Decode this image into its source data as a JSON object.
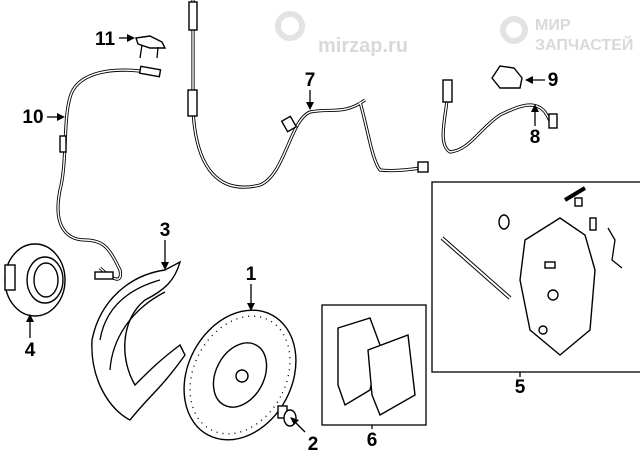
{
  "watermark": {
    "brand_line1": "МИР",
    "brand_line2": "ЗАПЧАСТЕЙ",
    "site": "mirzap.ru"
  },
  "callouts": [
    {
      "id": "1",
      "label": "1"
    },
    {
      "id": "2",
      "label": "2"
    },
    {
      "id": "3",
      "label": "3"
    },
    {
      "id": "4",
      "label": "4"
    },
    {
      "id": "5",
      "label": "5"
    },
    {
      "id": "6",
      "label": "6"
    },
    {
      "id": "7",
      "label": "7"
    },
    {
      "id": "8",
      "label": "8"
    },
    {
      "id": "9",
      "label": "9"
    },
    {
      "id": "10",
      "label": "10"
    },
    {
      "id": "11",
      "label": "11"
    }
  ]
}
